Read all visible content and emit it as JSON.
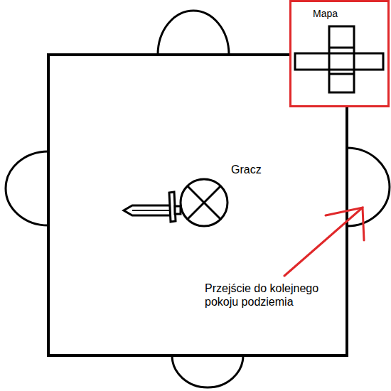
{
  "diagram": {
    "nodes": [
      {
        "text": [
          "Mapa"
        ]
      }
    ],
    "labels": [
      "Gracz",
      "Przejście do kolejnego pokoju podziemia"
    ]
  }
}
